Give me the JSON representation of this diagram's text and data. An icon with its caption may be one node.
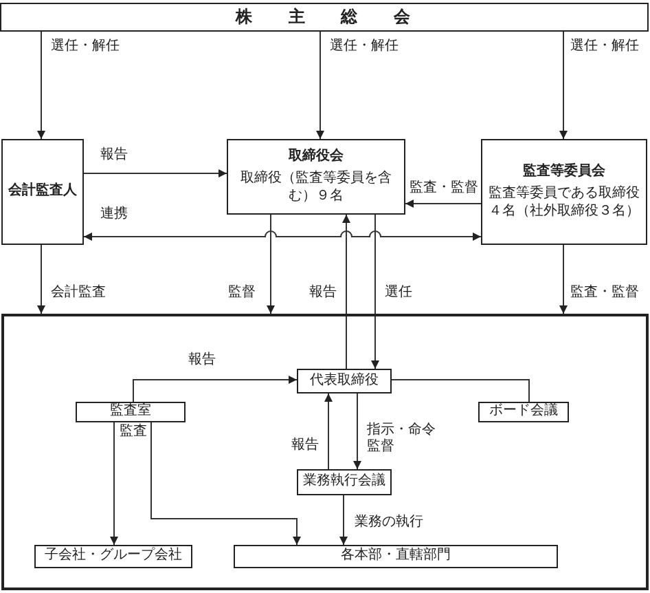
{
  "diagram": {
    "nodes": [
      {
        "text": [
          "株主総会"
        ]
      },
      {
        "text": [
          "会計監査人"
        ]
      },
      {
        "text": [
          "取締役会",
          "取締役（監査等委員を含む）９名"
        ]
      },
      {
        "text": [
          "監査等委員会",
          "監査等委員である取締役４名（社外取締役３名）"
        ]
      },
      {
        "text": [],
        "shape": "box"
      },
      {
        "text": [
          "代表取締役"
        ],
        "in": 4
      },
      {
        "text": [
          "監査室"
        ],
        "in": 4
      },
      {
        "text": [
          "ボード会議"
        ],
        "in": 4
      },
      {
        "text": [
          "業務執行会議"
        ],
        "in": 4
      },
      {
        "text": [
          "子会社・グループ会社"
        ],
        "in": 4
      },
      {
        "text": [
          "各本部・直轄部門"
        ],
        "in": 4
      }
    ],
    "edges": [
      {
        "from": 0,
        "to": 1,
        "arrow": "to",
        "label": "選任・解任"
      },
      {
        "from": 0,
        "to": 2,
        "arrow": "to",
        "label": "選任・解任"
      },
      {
        "from": 0,
        "to": 3,
        "arrow": "to",
        "label": "選任・解任"
      },
      {
        "from": 1,
        "to": 2,
        "arrow": "to",
        "label": "報告"
      },
      {
        "from": 3,
        "to": 2,
        "arrow": "to",
        "label": "監査・監督"
      },
      {
        "from": 3,
        "to": 1,
        "arrow": "both",
        "label": "連携"
      },
      {
        "from": 1,
        "to": 4,
        "arrow": "to",
        "label": "会計監査"
      },
      {
        "from": 2,
        "to": 4,
        "arrow": "to",
        "label": "監督"
      },
      {
        "from": 5,
        "to": 2,
        "arrow": "to",
        "label": "報告"
      },
      {
        "from": 2,
        "to": 5,
        "arrow": "to",
        "label": "選任"
      },
      {
        "from": 3,
        "to": 4,
        "arrow": "to",
        "label": "監査・監督"
      },
      {
        "from": 6,
        "to": 5,
        "arrow": "to",
        "label": "報告"
      },
      {
        "from": 5,
        "to": 7,
        "arrow": "none"
      },
      {
        "from": 8,
        "to": 5,
        "arrow": "to",
        "label": "報告"
      },
      {
        "from": 5,
        "to": 8,
        "arrow": "to",
        "label": "指示・命令監督"
      },
      {
        "from": 6,
        "to": 9,
        "arrow": "to"
      },
      {
        "from": 6,
        "to": 10,
        "arrow": "to"
      },
      {
        "from": 8,
        "to": 10,
        "arrow": "to",
        "label": "業務の執行"
      }
    ],
    "labels": [
      "監査"
    ]
  }
}
